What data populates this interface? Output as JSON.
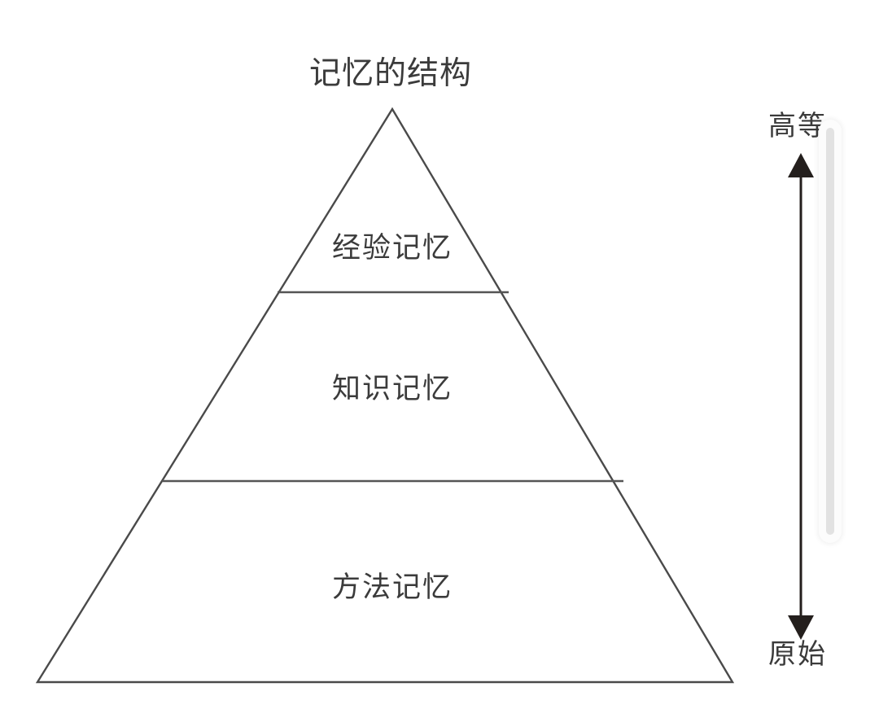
{
  "page": {
    "background_color": "#ffffff",
    "stroke_color": "#4a4a4a",
    "text_color": "#3b3b3b"
  },
  "diagram": {
    "title": "记忆的结构",
    "type": "pyramid",
    "tiers": [
      {
        "label": "经验记忆",
        "level": 1,
        "position": "top"
      },
      {
        "label": "知识记忆",
        "level": 2,
        "position": "middle"
      },
      {
        "label": "方法记忆",
        "level": 3,
        "position": "bottom"
      }
    ]
  },
  "axis": {
    "top_label": "高等",
    "bottom_label": "原始",
    "arrow_color": "#241f1d",
    "direction": "bidirectional"
  },
  "scrollbar": {
    "track_color": "#fcfcfc",
    "thumb_color": "#e2e2e2",
    "orientation": "vertical"
  }
}
